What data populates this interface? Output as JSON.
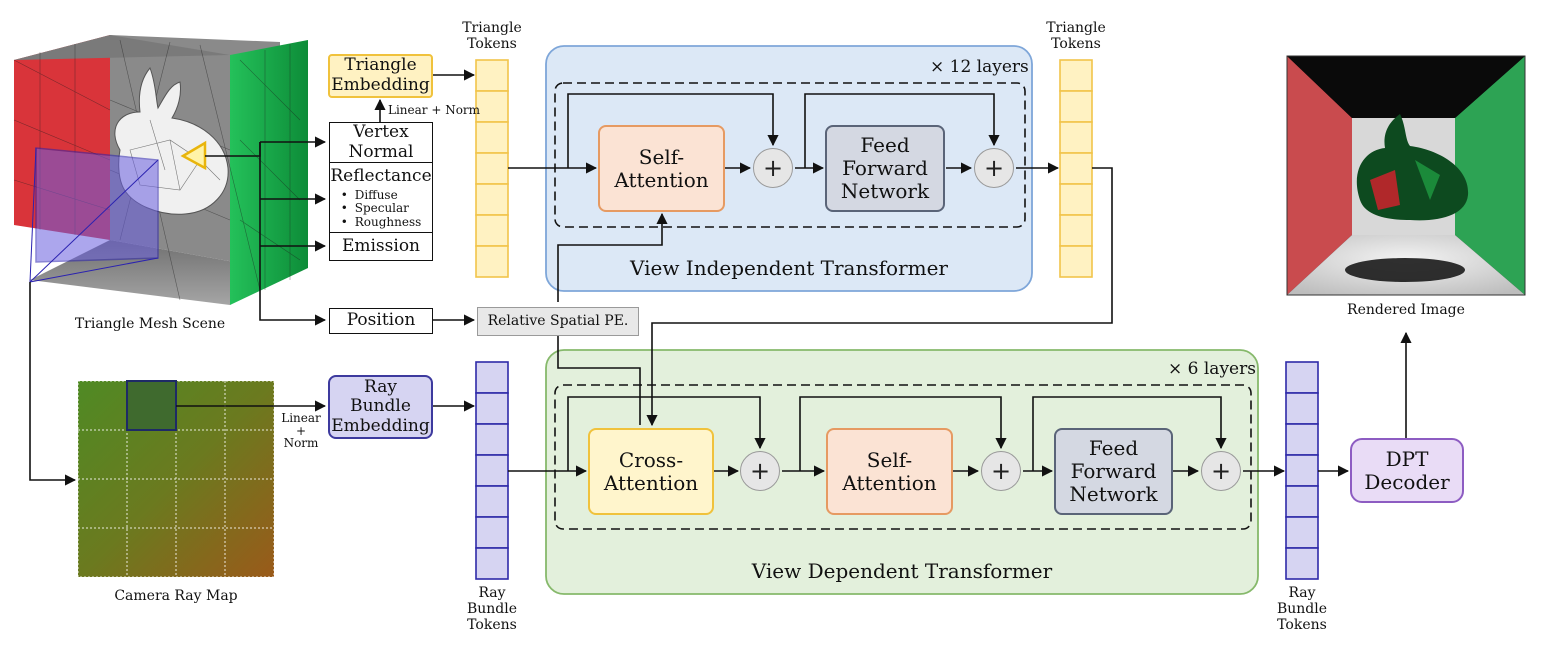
{
  "captions": {
    "mesh_scene": "Triangle Mesh Scene",
    "camera_ray_map": "Camera Ray Map",
    "rendered_image": "Rendered Image"
  },
  "attributes": {
    "vertex_normal": [
      "Vertex",
      "Normal"
    ],
    "reflectance": "Reflectance",
    "reflectance_items": [
      "Diffuse",
      "Specular",
      "Roughness"
    ],
    "emission": "Emission",
    "position": "Position"
  },
  "embeddings": {
    "triangle": [
      "Triangle",
      "Embedding"
    ],
    "triangle_note": "Linear + Norm",
    "ray_bundle": [
      "Ray",
      "Bundle",
      "Embedding"
    ],
    "ray_note": [
      "Linear",
      "+",
      "Norm"
    ],
    "relative_pe": "Relative Spatial PE."
  },
  "tokens": {
    "triangle_top_left": [
      "Triangle",
      "Tokens"
    ],
    "triangle_top_right": [
      "Triangle",
      "Tokens"
    ],
    "ray_bottom_left": [
      "Ray",
      "Bundle",
      "Tokens"
    ],
    "ray_bottom_right": [
      "Ray",
      "Bundle",
      "Tokens"
    ]
  },
  "view_independent": {
    "title": "View Independent Transformer",
    "layers": "× 12 layers",
    "self_attention": [
      "Self-",
      "Attention"
    ],
    "ffn": [
      "Feed",
      "Forward",
      "Network"
    ],
    "plus": "+"
  },
  "view_dependent": {
    "title": "View Dependent Transformer",
    "layers": "× 6 layers",
    "cross_attention": [
      "Cross-",
      "Attention"
    ],
    "self_attention": [
      "Self-",
      "Attention"
    ],
    "ffn": [
      "Feed",
      "Forward",
      "Network"
    ],
    "plus": "+"
  },
  "decoder": [
    "DPT",
    "Decoder"
  ],
  "colors": {
    "token_yellow_fill": "#fff2c2",
    "token_yellow_border": "#f2c44a",
    "token_purple_fill": "#d6d4f2",
    "token_purple_border": "#2e2aa8",
    "vit_bg": "#dce8f6",
    "vit_border": "#7ea6d9",
    "vdt_bg": "#e3f0dc",
    "vdt_border": "#86b96b",
    "attention_fill": "#fbe3d4",
    "attention_border": "#e69a62",
    "ffn_fill": "#d4d8e2",
    "ffn_border": "#5a6478",
    "cross_fill": "#fff5cc",
    "cross_border": "#f0c23c",
    "decoder_fill": "#e9dcf6",
    "decoder_border": "#8d5cc2"
  }
}
